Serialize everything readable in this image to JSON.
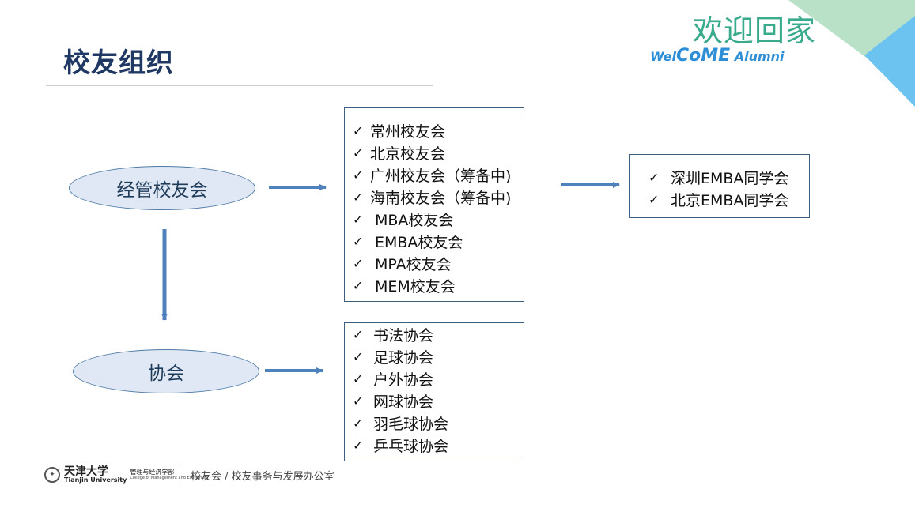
{
  "slide": {
    "title": "校友组织",
    "logo_cn": "欢迎回家",
    "logo_en_prefix": "Wel",
    "logo_en_main": "CoME",
    "logo_en_suffix": "Alumni"
  },
  "diagram": {
    "node_jingguan": "经管校友会",
    "node_xiehui": "协会",
    "check_mark": "✓",
    "alumni_associations": [
      "常州校友会",
      "北京校友会",
      "广州校友会（筹备中)",
      "海南校友会（筹备中)",
      "MBA校友会",
      "EMBA校友会",
      "MPA校友会",
      "MEM校友会"
    ],
    "emba_alumni": [
      "深圳EMBA同学会",
      "北京EMBA同学会"
    ],
    "clubs": [
      "书法协会",
      "足球协会",
      "户外协会",
      "网球协会",
      "羽毛球协会",
      "乒乓球协会"
    ]
  },
  "footer": {
    "university_cn": "天津大学",
    "university_en": "Tianjin University",
    "college_cn": "管理与经济学部",
    "college_en": "College of Management and Economics",
    "office": "校友会 / 校友事务与发展办公室"
  },
  "colors": {
    "title": "#1f3864",
    "arrow": "#4f81bd",
    "ellipse_fill": "#dfe8f4",
    "corner_green": "#b9e1c8",
    "corner_blue": "#6cc3ef"
  }
}
